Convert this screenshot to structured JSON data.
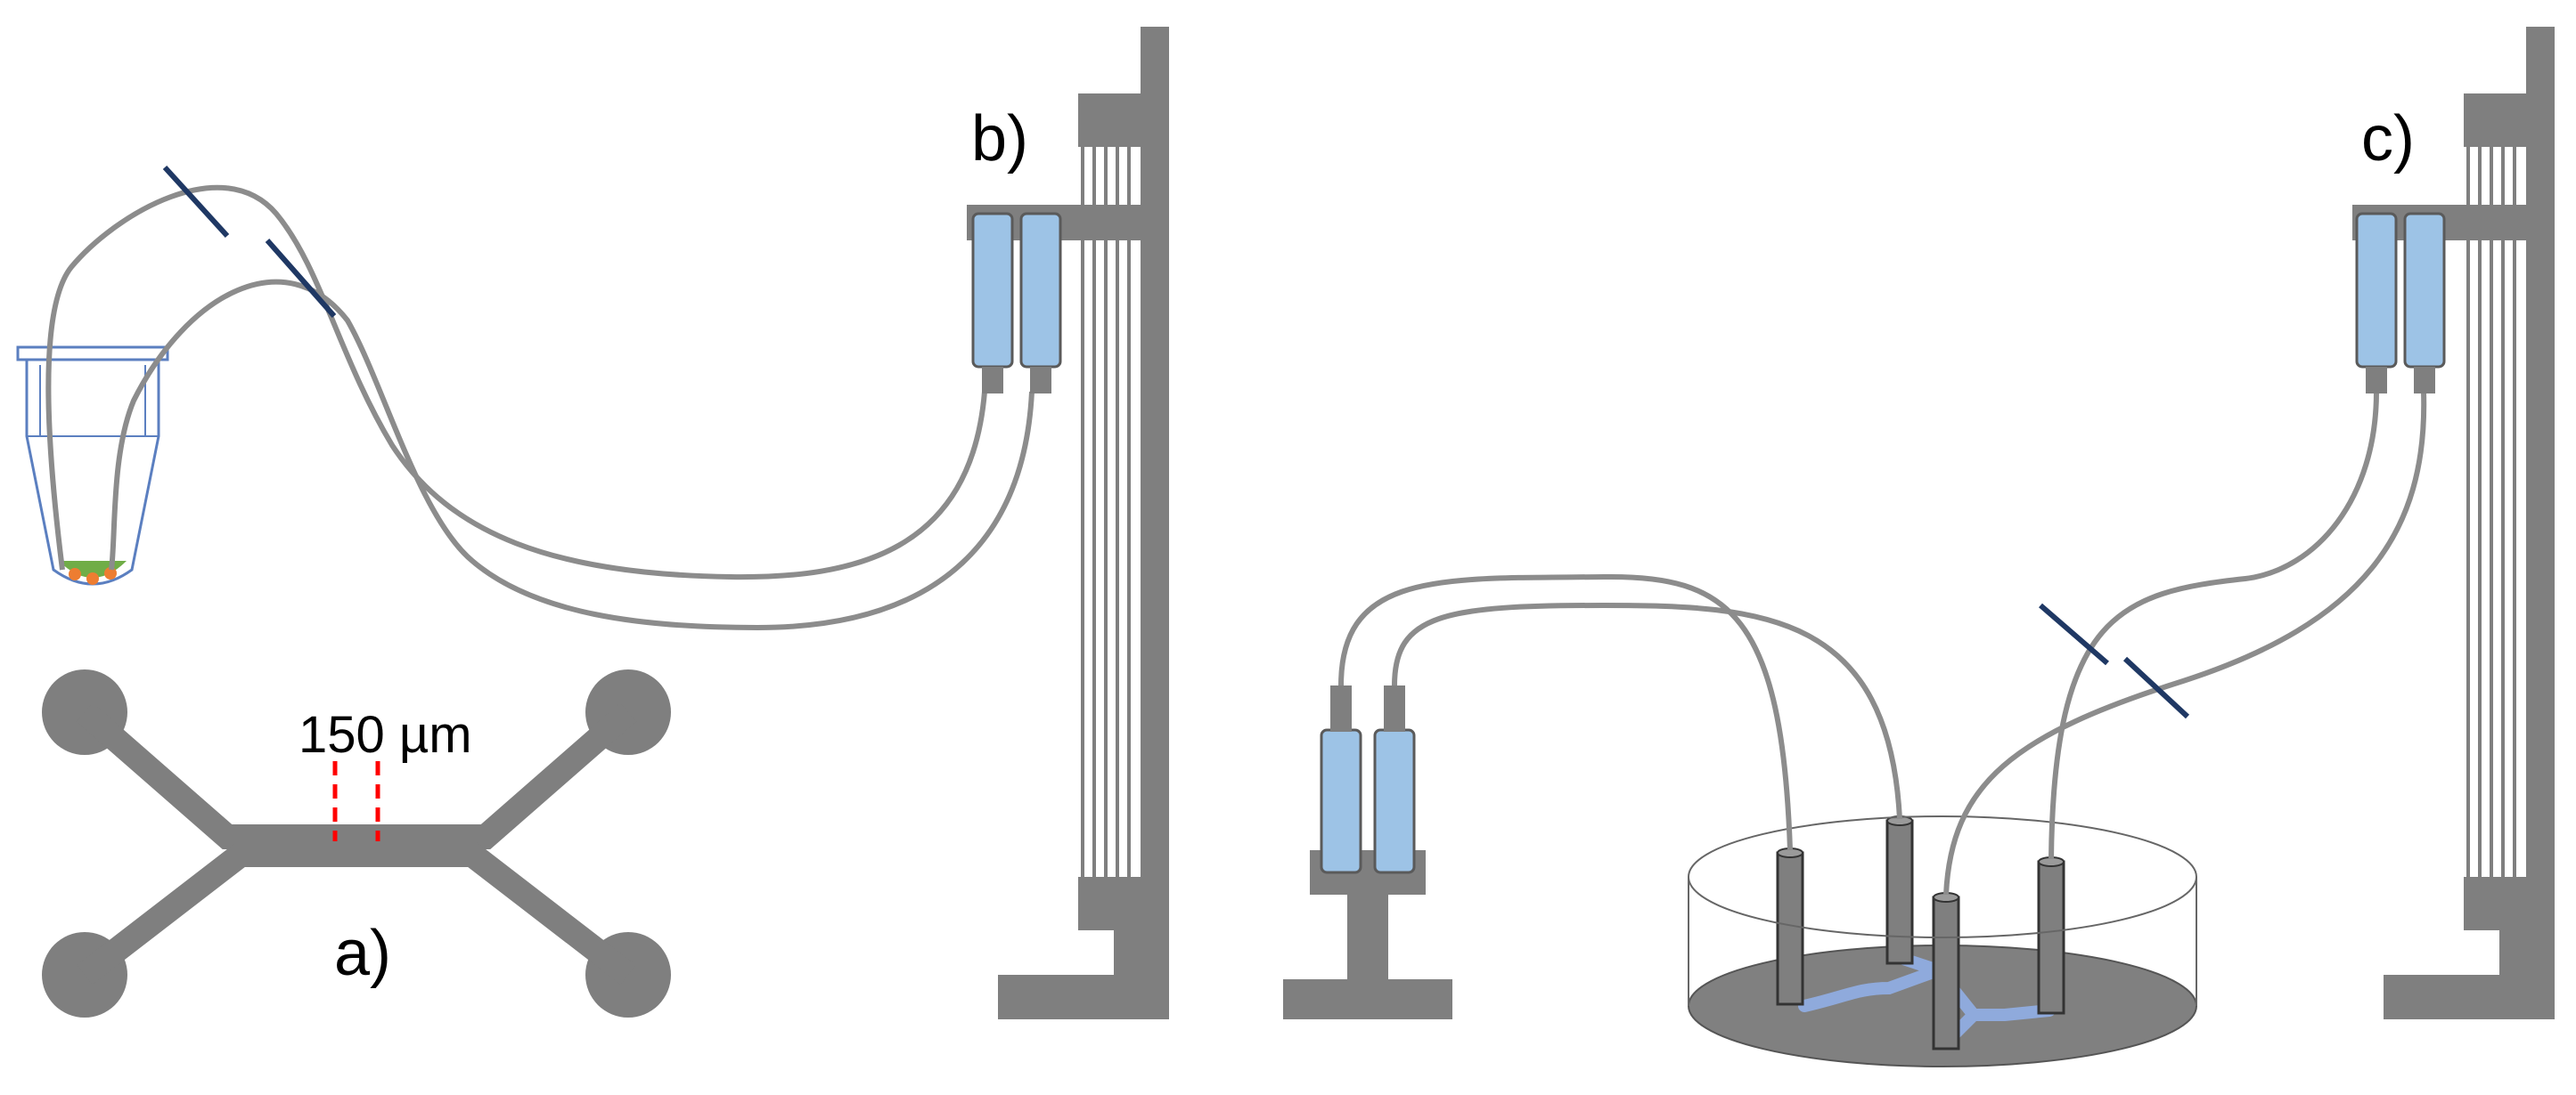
{
  "labels": {
    "panel_a": "a)",
    "panel_b": "b)",
    "panel_c": "c)",
    "channel_width": "150 µm"
  },
  "colors": {
    "device_gray": "#7f7f7f",
    "tubing_gray": "#8c8c8c",
    "syringe_blue": "#9dc3e6",
    "clamp_navy": "#1f3864",
    "dimension_red": "#ff0000",
    "fluid_blue": "#8faadc",
    "cell_green": "#70ad47",
    "cell_orange": "#ed7d31"
  },
  "icons": {
    "microfluidic_chip": "four-port-chip-icon",
    "eppendorf_tube": "tube-icon",
    "syringe_pump": "syringe-pump-icon",
    "culture_dish": "petri-dish-icon",
    "tube_clamp": "clamp-icon"
  }
}
